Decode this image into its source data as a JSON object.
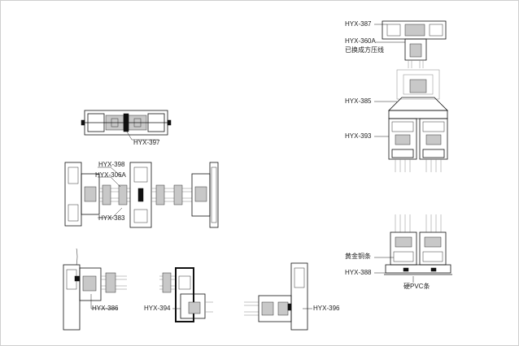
{
  "labels": {
    "hyx387": "HYX-387",
    "hyx360a": "HYX-360A",
    "hyx360a_note": "已换成方压线",
    "hyx385": "HYX-385",
    "hyx393": "HYX-393",
    "hyx397": "HYX-397",
    "hyx398": "HYX-398",
    "hyx306a": "HYX-306A",
    "hyx383": "HYX-383",
    "hyx386": "HYX-386",
    "hyx394": "HYX-394",
    "hyx396": "HYX-396",
    "brass_strip": "黄金铜条",
    "hyx388": "HYX-388",
    "pvc_strip": "硬PVC条"
  }
}
